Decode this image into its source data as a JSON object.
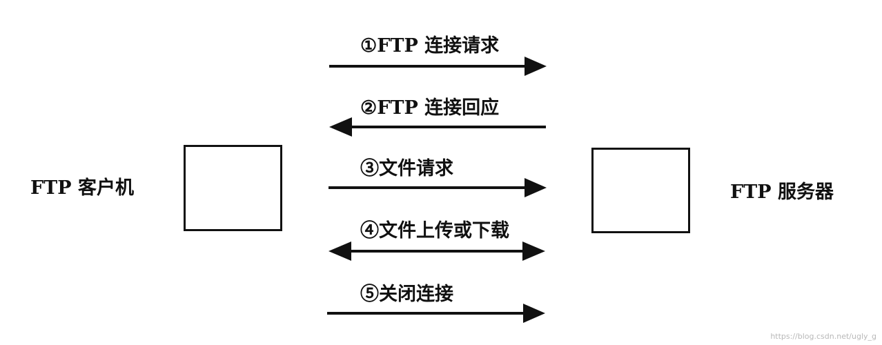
{
  "client": {
    "label": "FTP 客户机"
  },
  "server": {
    "label": "FTP 服务器"
  },
  "steps": [
    {
      "label": "①FTP 连接请求",
      "direction": "to-server"
    },
    {
      "label": "②FTP 连接回应",
      "direction": "to-client"
    },
    {
      "label": "③文件请求",
      "direction": "to-server"
    },
    {
      "label": "④文件上传或下载",
      "direction": "both"
    },
    {
      "label": "⑤关闭连接",
      "direction": "to-server"
    }
  ],
  "colors": {
    "stroke": "#111111"
  },
  "watermark": "https://blog.csdn.net/ugly_g"
}
